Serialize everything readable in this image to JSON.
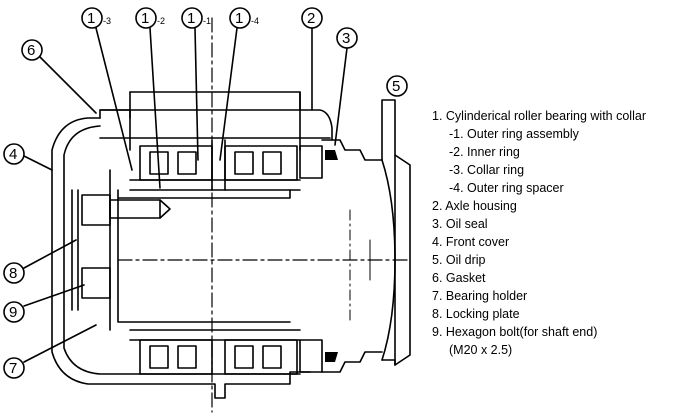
{
  "callouts": {
    "c1_3": {
      "num": "1",
      "sub": "-3"
    },
    "c1_2": {
      "num": "1",
      "sub": "-2"
    },
    "c1_1": {
      "num": "1",
      "sub": "-1"
    },
    "c1_4": {
      "num": "1",
      "sub": "-4"
    },
    "c2": {
      "num": "2"
    },
    "c3": {
      "num": "3"
    },
    "c4": {
      "num": "4"
    },
    "c5": {
      "num": "5"
    },
    "c6": {
      "num": "6"
    },
    "c7": {
      "num": "7"
    },
    "c8": {
      "num": "8"
    },
    "c9": {
      "num": "9"
    }
  },
  "legend": {
    "item1": "1. Cylinderical roller bearing with collar",
    "item1_1": "-1. Outer ring assembly",
    "item1_2": "-2. Inner ring",
    "item1_3": "-3. Collar ring",
    "item1_4": "-4. Outer ring spacer",
    "item2": "2. Axle housing",
    "item3": "3. Oil seal",
    "item4": "4. Front cover",
    "item5": "5. Oil drip",
    "item6": "6. Gasket",
    "item7": "7. Bearing holder",
    "item8": "8. Locking plate",
    "item9": "9. Hexagon bolt(for shaft end)",
    "item9_spec": "(M20 x 2.5)"
  }
}
